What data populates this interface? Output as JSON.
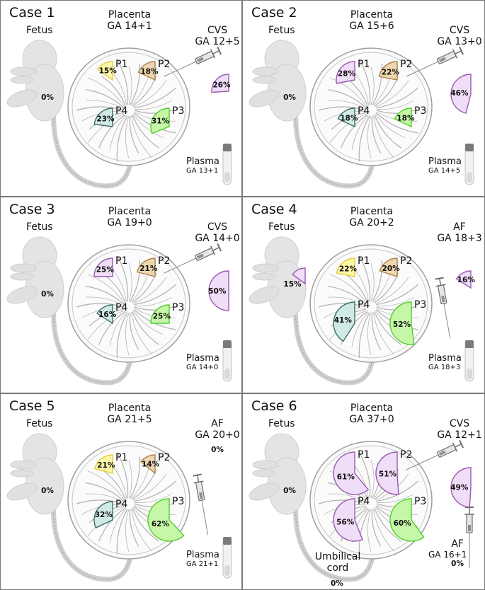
{
  "colors": {
    "P1": {
      "fill": "#fdf7a8",
      "stroke": "#e4cd3a"
    },
    "P2": {
      "fill": "#ecd7b0",
      "stroke": "#a9834c"
    },
    "P3": {
      "fill": "#c6f7a8",
      "stroke": "#4fcf2a"
    },
    "P4": {
      "fill": "#cfe9e5",
      "stroke": "#3d6e66"
    },
    "mosaic": {
      "fill": "#f0ddf7",
      "stroke": "#9a5ab0"
    },
    "line": "#9a9a9a",
    "fetus": "#e3e3e3"
  },
  "labels": {
    "fetus": "Fetus",
    "placenta": "Placenta",
    "plasma": "Plasma",
    "cvs": "CVS",
    "af": "AF",
    "cord_line1": "Umbilical",
    "cord_line2": "cord"
  },
  "cases": [
    {
      "title": "Case 1",
      "placenta_ga": "GA 14+1",
      "fetus": {
        "value": 0,
        "text": "0%"
      },
      "P1": {
        "value": 15,
        "text": "15%",
        "mosaic": false
      },
      "P2": {
        "value": 18,
        "text": "18%",
        "mosaic": false
      },
      "P3": {
        "value": 31,
        "text": "31%",
        "mosaic": false
      },
      "P4": {
        "value": 23,
        "text": "23%",
        "mosaic": false
      },
      "sample": {
        "type": "CVS",
        "ga": "GA 12+5",
        "value": 26,
        "text": "26%"
      },
      "plasma_ga": "GA 13+1"
    },
    {
      "title": "Case 2",
      "placenta_ga": "GA 15+6",
      "fetus": {
        "value": 0,
        "text": "0%"
      },
      "P1": {
        "value": 28,
        "text": "28%",
        "mosaic": true
      },
      "P2": {
        "value": 22,
        "text": "22%",
        "mosaic": false
      },
      "P3": {
        "value": 18,
        "text": "18%",
        "mosaic": false
      },
      "P4": {
        "value": 18,
        "text": "18%",
        "mosaic": false
      },
      "sample": {
        "type": "CVS",
        "ga": "GA 13+0",
        "value": 46,
        "text": "46%"
      },
      "plasma_ga": "GA 14+5"
    },
    {
      "title": "Case 3",
      "placenta_ga": "GA 19+0",
      "fetus": {
        "value": 0,
        "text": "0%"
      },
      "P1": {
        "value": 25,
        "text": "25%",
        "mosaic": true
      },
      "P2": {
        "value": 21,
        "text": "21%",
        "mosaic": false
      },
      "P3": {
        "value": 25,
        "text": "25%",
        "mosaic": false
      },
      "P4": {
        "value": 16,
        "text": "16%",
        "mosaic": false
      },
      "sample": {
        "type": "CVS",
        "ga": "GA 14+0",
        "value": 50,
        "text": "50%"
      },
      "plasma_ga": "GA 14+0"
    },
    {
      "title": "Case 4",
      "placenta_ga": "GA 20+2",
      "fetus": {
        "value": 15,
        "text": "15%"
      },
      "P1": {
        "value": 22,
        "text": "22%",
        "mosaic": false
      },
      "P2": {
        "value": 20,
        "text": "20%",
        "mosaic": false
      },
      "P3": {
        "value": 52,
        "text": "52%",
        "mosaic": false
      },
      "P4": {
        "value": 41,
        "text": "41%",
        "mosaic": false
      },
      "sample": {
        "type": "AF",
        "ga": "GA 18+3",
        "value": 16,
        "text": "16%"
      },
      "plasma_ga": "GA 18+3"
    },
    {
      "title": "Case 5",
      "placenta_ga": "GA 21+5",
      "fetus": {
        "value": 0,
        "text": "0%"
      },
      "P1": {
        "value": 21,
        "text": "21%",
        "mosaic": false
      },
      "P2": {
        "value": 14,
        "text": "14%",
        "mosaic": false
      },
      "P3": {
        "value": 62,
        "text": "62%",
        "mosaic": false
      },
      "P4": {
        "value": 32,
        "text": "32%",
        "mosaic": false
      },
      "sample": {
        "type": "AF",
        "ga": "GA 20+0",
        "value": 0,
        "text": "0%"
      },
      "plasma_ga": "GA 21+1"
    },
    {
      "title": "Case 6",
      "placenta_ga": "GA 37+0",
      "fetus": {
        "value": 0,
        "text": "0%"
      },
      "P1": {
        "value": 61,
        "text": "61%",
        "mosaic": true
      },
      "P2": {
        "value": 51,
        "text": "51%",
        "mosaic": true
      },
      "P3": {
        "value": 60,
        "text": "60%",
        "mosaic": false
      },
      "P4": {
        "value": 56,
        "text": "56%",
        "mosaic": true
      },
      "sample": {
        "type": "CVS",
        "ga": "GA 12+1",
        "value": 49,
        "text": "49%"
      },
      "af": {
        "ga": "GA 16+1",
        "value": 0,
        "text": "0%"
      },
      "cord": {
        "value": 0,
        "text": "0%"
      }
    }
  ]
}
